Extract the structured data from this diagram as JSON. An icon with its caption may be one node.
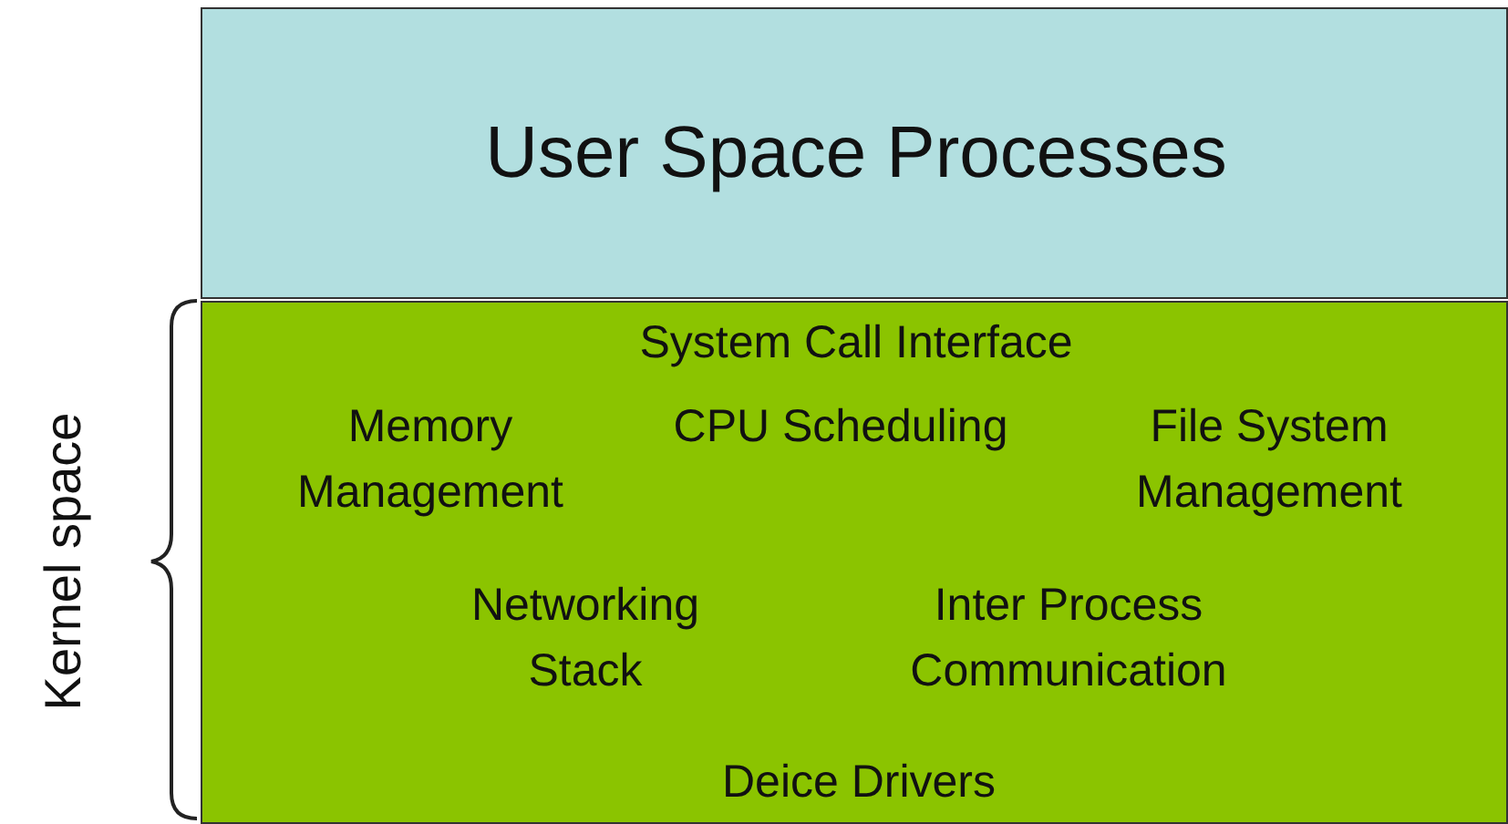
{
  "diagram": {
    "nodes": [
      {
        "text": [
          "User Space Processes"
        ]
      },
      {
        "text": [
          "System Call Interface",
          "Memory Management",
          "CPU Scheduling",
          "File System Management",
          "Networking Stack",
          "Inter Process Communication",
          "Deice Drivers"
        ]
      }
    ],
    "labels": [
      "Kernel space"
    ]
  }
}
